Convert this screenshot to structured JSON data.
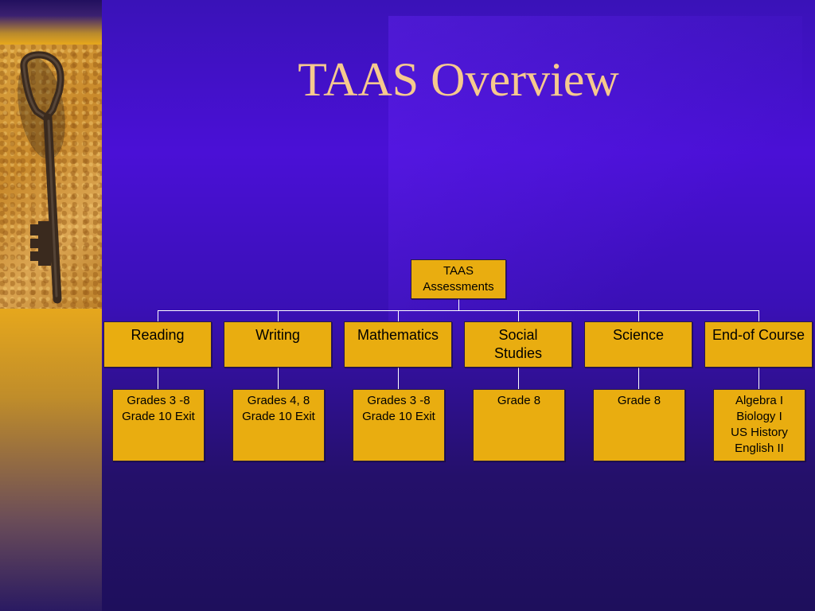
{
  "slide": {
    "title": "TAAS Overview"
  },
  "org_chart": {
    "root": {
      "line1": "TAAS",
      "line2": "Assessments"
    },
    "categories": [
      {
        "label": "Reading",
        "details": [
          "Grades 3 -8",
          "Grade 10 Exit"
        ]
      },
      {
        "label": "Writing",
        "details": [
          "Grades 4, 8",
          "Grade 10 Exit"
        ]
      },
      {
        "label": "Mathematics",
        "details": [
          "Grades 3 -8",
          "Grade 10 Exit"
        ]
      },
      {
        "label": "Social Studies",
        "details": [
          "Grade 8"
        ]
      },
      {
        "label": "Science",
        "details": [
          "Grade 8"
        ]
      },
      {
        "label": "End-of Course",
        "details": [
          "Algebra I",
          "Biology I",
          "US History",
          "English II"
        ]
      }
    ]
  },
  "colors": {
    "title": "#f6c98e",
    "box_fill": "#e9ad10",
    "connector": "#ffffff",
    "background": "#3a12b8"
  }
}
